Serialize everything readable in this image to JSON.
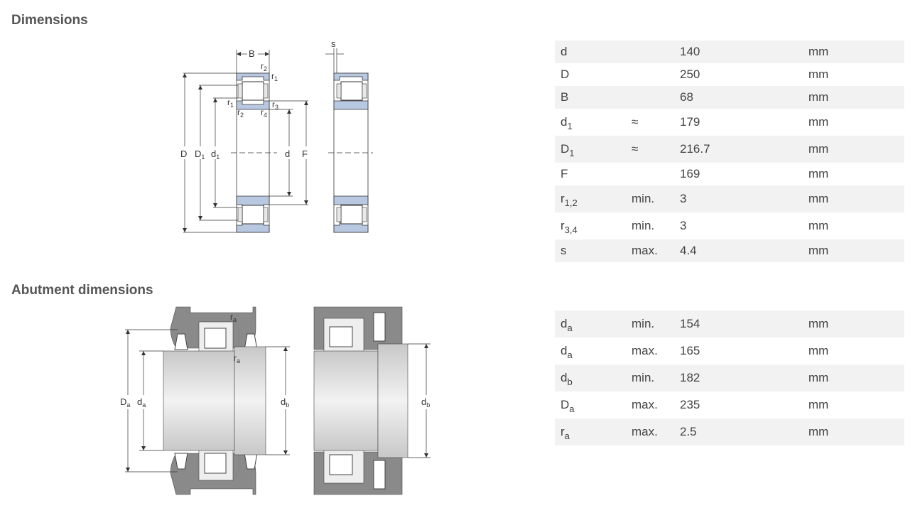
{
  "sections": {
    "dimensions_title": "Dimensions",
    "abutment_title": "Abutment dimensions"
  },
  "diagram_labels": {
    "B": "B",
    "s": "s",
    "D": "D",
    "D1": "D",
    "D1_sub": "1",
    "d1": "d",
    "d1_sub": "1",
    "d": "d",
    "F": "F",
    "r1": "r",
    "r1_sub": "1",
    "r2": "r",
    "r2_sub": "2",
    "r3": "r",
    "r3_sub": "3",
    "r4": "r",
    "r4_sub": "4",
    "Da": "D",
    "Da_sub": "a",
    "da": "d",
    "da_sub": "a",
    "db": "d",
    "db_sub": "b",
    "ra": "r",
    "ra_sub": "a"
  },
  "dimensions": [
    {
      "sym": "d",
      "sub": "",
      "qual": "",
      "val": "140",
      "unit": "mm"
    },
    {
      "sym": "D",
      "sub": "",
      "qual": "",
      "val": "250",
      "unit": "mm"
    },
    {
      "sym": "B",
      "sub": "",
      "qual": "",
      "val": "68",
      "unit": "mm"
    },
    {
      "sym": "d",
      "sub": "1",
      "qual": "≈",
      "val": "179",
      "unit": "mm"
    },
    {
      "sym": "D",
      "sub": "1",
      "qual": "≈",
      "val": "216.7",
      "unit": "mm"
    },
    {
      "sym": "F",
      "sub": "",
      "qual": "",
      "val": "169",
      "unit": "mm"
    },
    {
      "sym": "r",
      "sub": "1,2",
      "qual": "min.",
      "val": "3",
      "unit": "mm"
    },
    {
      "sym": "r",
      "sub": "3,4",
      "qual": "min.",
      "val": "3",
      "unit": "mm"
    },
    {
      "sym": "s",
      "sub": "",
      "qual": "max.",
      "val": "4.4",
      "unit": "mm"
    }
  ],
  "abutment": [
    {
      "sym": "d",
      "sub": "a",
      "qual": "min.",
      "val": "154",
      "unit": "mm"
    },
    {
      "sym": "d",
      "sub": "a",
      "qual": "max.",
      "val": "165",
      "unit": "mm"
    },
    {
      "sym": "d",
      "sub": "b",
      "qual": "min.",
      "val": "182",
      "unit": "mm"
    },
    {
      "sym": "D",
      "sub": "a",
      "qual": "max.",
      "val": "235",
      "unit": "mm"
    },
    {
      "sym": "r",
      "sub": "a",
      "qual": "max.",
      "val": "2.5",
      "unit": "mm"
    }
  ]
}
